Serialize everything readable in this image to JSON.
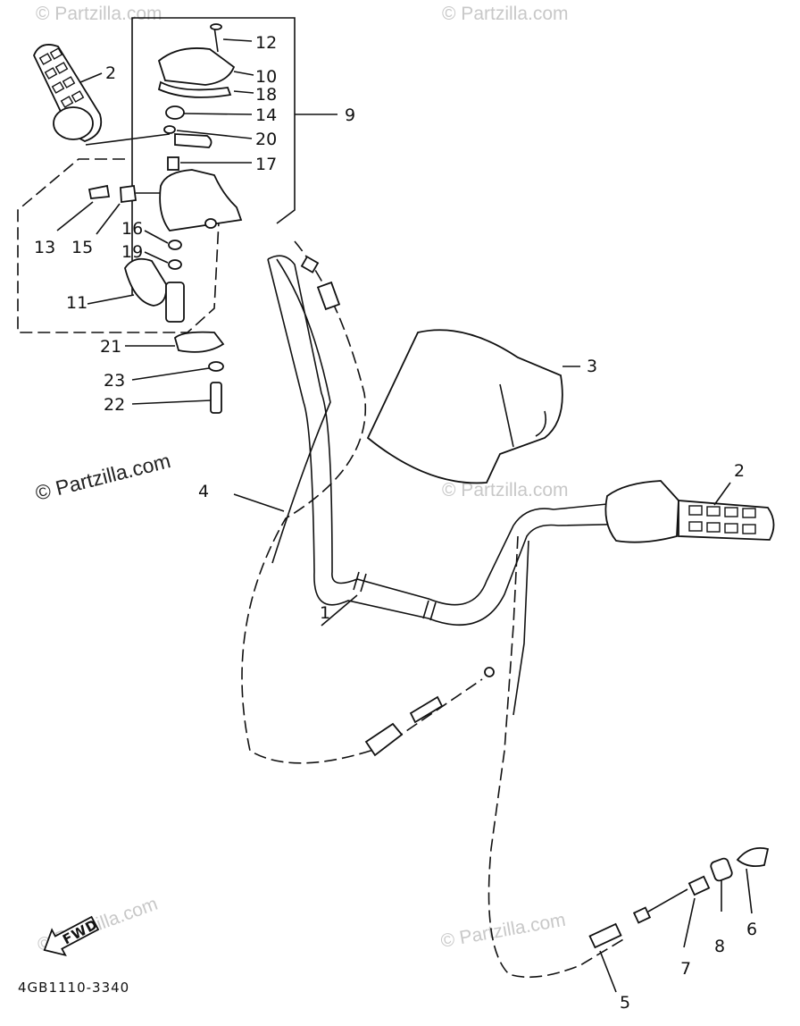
{
  "callouts": [
    {
      "id": "c1",
      "text": "1"
    },
    {
      "id": "c2a",
      "text": "2"
    },
    {
      "id": "c2b",
      "text": "2"
    },
    {
      "id": "c3",
      "text": "3"
    },
    {
      "id": "c4",
      "text": "4"
    },
    {
      "id": "c5",
      "text": "5"
    },
    {
      "id": "c6",
      "text": "6"
    },
    {
      "id": "c7",
      "text": "7"
    },
    {
      "id": "c8",
      "text": "8"
    },
    {
      "id": "c9",
      "text": "9"
    },
    {
      "id": "c10",
      "text": "10"
    },
    {
      "id": "c11",
      "text": "11"
    },
    {
      "id": "c12",
      "text": "12"
    },
    {
      "id": "c13",
      "text": "13"
    },
    {
      "id": "c14",
      "text": "14"
    },
    {
      "id": "c15",
      "text": "15"
    },
    {
      "id": "c16",
      "text": "16"
    },
    {
      "id": "c17",
      "text": "17"
    },
    {
      "id": "c18",
      "text": "18"
    },
    {
      "id": "c19",
      "text": "19"
    },
    {
      "id": "c20",
      "text": "20"
    },
    {
      "id": "c21",
      "text": "21"
    },
    {
      "id": "c22",
      "text": "22"
    },
    {
      "id": "c23",
      "text": "23"
    }
  ],
  "watermarks": {
    "main": "© Partzilla.com",
    "faint": "© Partzilla.com"
  },
  "fwd_label": "FWD",
  "drawing_number": "4GB1110-3340",
  "colors": {
    "ink": "#111111",
    "watermark": "#c8c8c8",
    "background": "#ffffff"
  }
}
